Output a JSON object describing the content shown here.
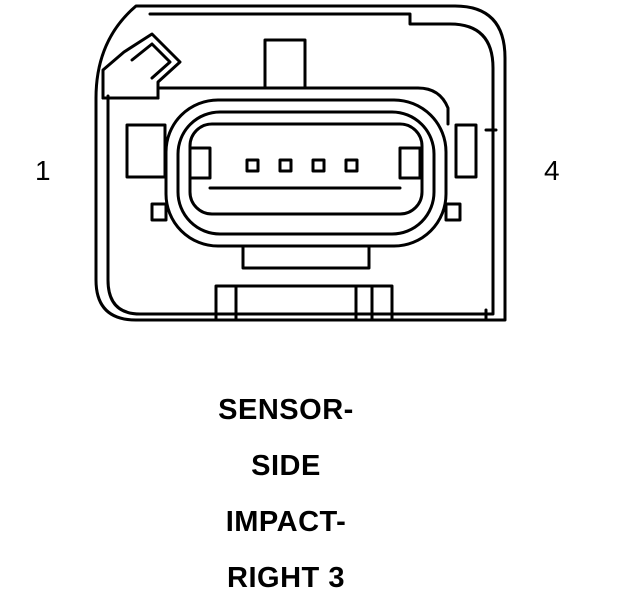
{
  "diagram": {
    "pin_left": "1",
    "pin_right": "4",
    "pin_count": 4,
    "caption_lines": [
      "SENSOR-",
      "SIDE",
      "IMPACT-",
      "RIGHT 3"
    ],
    "stroke_color": "#000000",
    "background_color": "#ffffff"
  }
}
